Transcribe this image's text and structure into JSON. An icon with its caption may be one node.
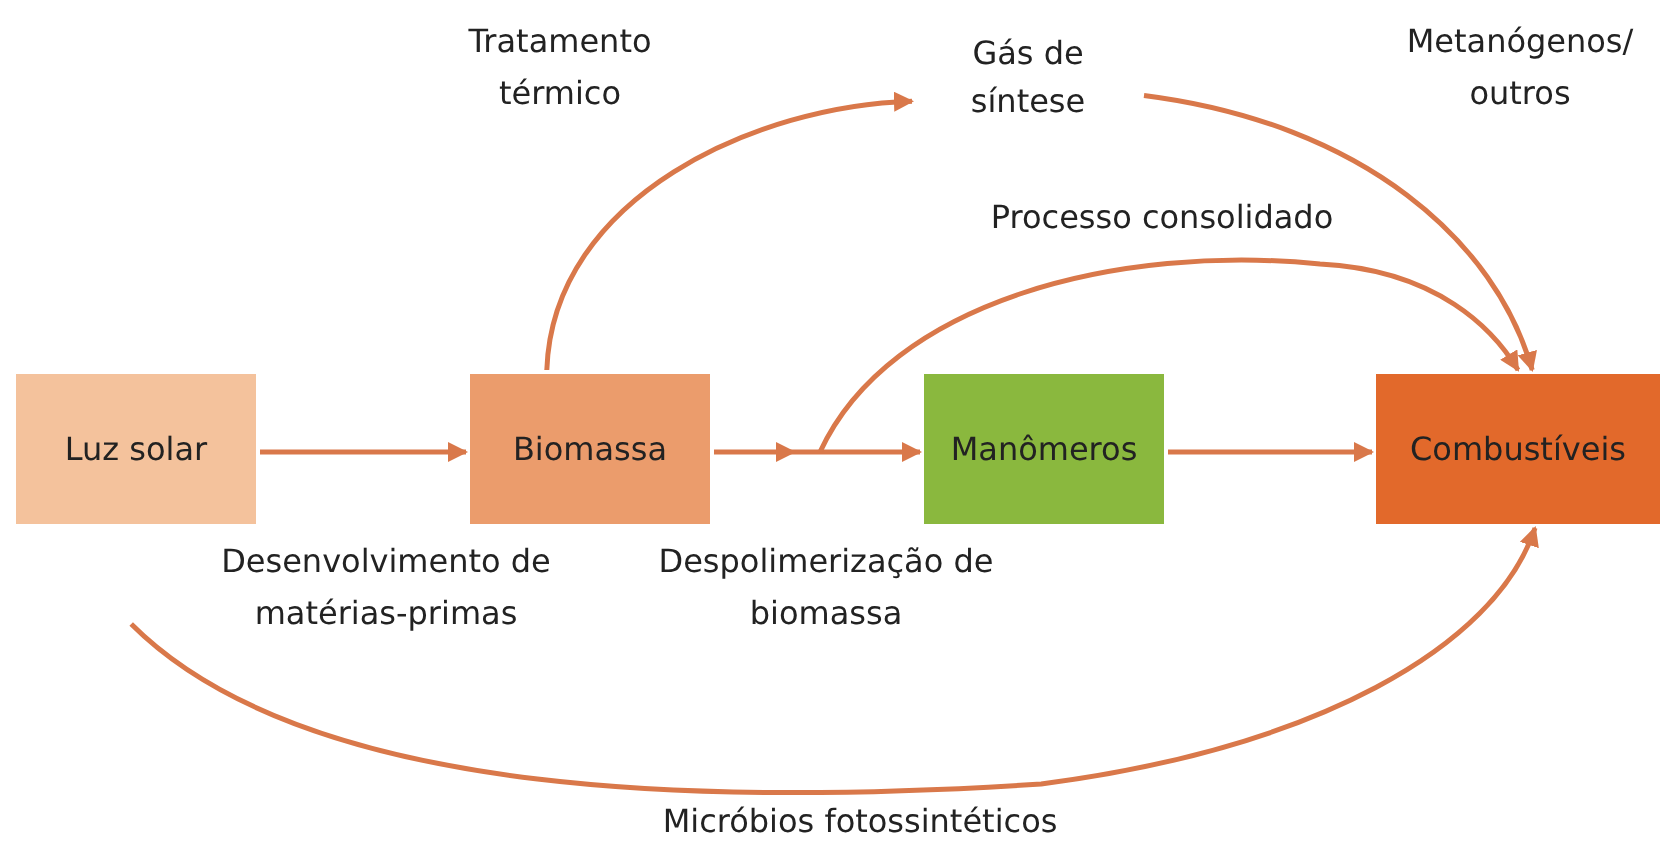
{
  "diagram": {
    "nodes": [
      {
        "text": [
          "Luz solar"
        ]
      },
      {
        "text": [
          "Biomassa"
        ]
      },
      {
        "text": [
          "Manômeros"
        ]
      },
      {
        "text": [
          "Combustíveis"
        ]
      },
      {
        "text": [
          "Gás de síntese"
        ]
      }
    ],
    "edges": [
      {
        "from": 0,
        "to": 1,
        "arrow": "to",
        "label": "Desenvolvimento de matérias-primas"
      },
      {
        "from": 1,
        "to": 4,
        "arrow": "to",
        "label": "Tratamento térmico"
      },
      {
        "from": 4,
        "to": 3,
        "arrow": "to",
        "label": "Metanógenos/ outros"
      },
      {
        "from": 1,
        "to": 2,
        "arrow": "to",
        "label": "Despolimerização de biomassa"
      },
      {
        "from": 1,
        "to": 3,
        "arrow": "to",
        "label": "Processo consolidado"
      },
      {
        "from": 2,
        "to": 3,
        "arrow": "to"
      },
      {
        "from": 0,
        "to": 3,
        "arrow": "to",
        "label": "Micróbios fotossintéticos"
      }
    ]
  }
}
